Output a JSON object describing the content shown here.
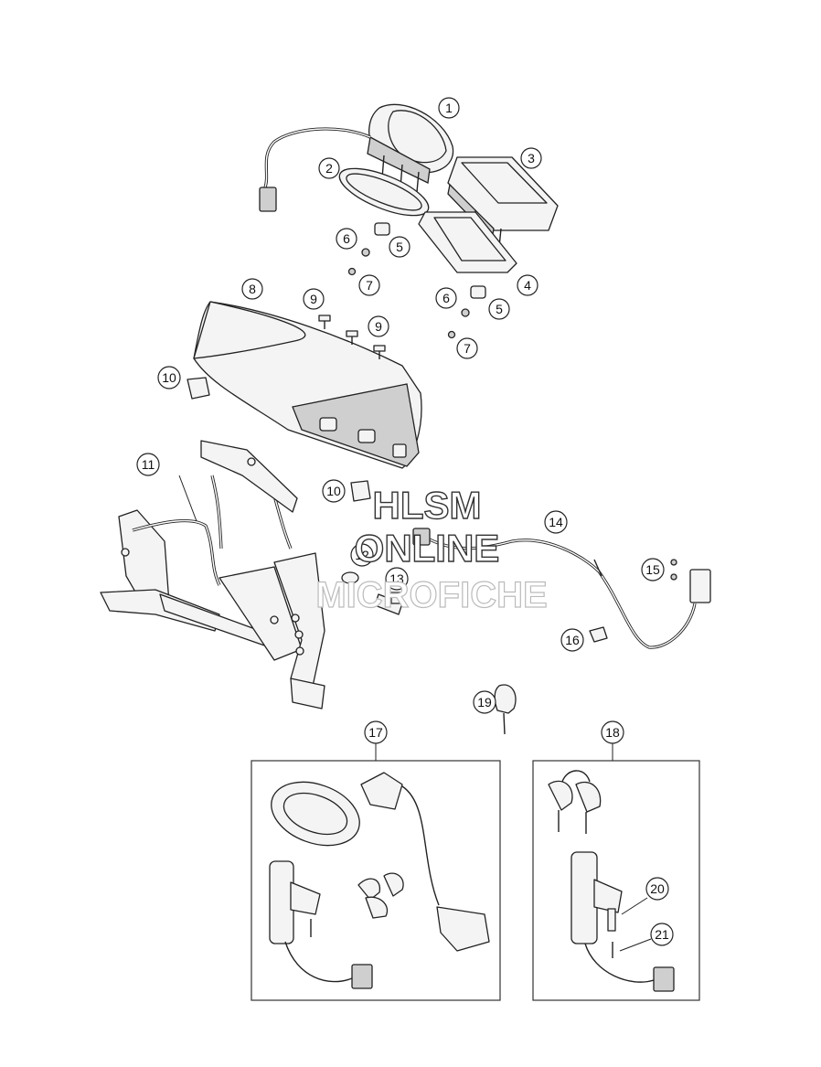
{
  "callouts": {
    "c1": "1",
    "c2": "2",
    "c3": "3",
    "c4": "4",
    "c5a": "5",
    "c5b": "5",
    "c6a": "6",
    "c6b": "6",
    "c7a": "7",
    "c7b": "7",
    "c8": "8",
    "c9a": "9",
    "c9b": "9",
    "c10a": "10",
    "c10b": "10",
    "c11": "11",
    "c12": "12",
    "c13": "13",
    "c14": "14",
    "c15": "15",
    "c16": "16",
    "c17": "17",
    "c18": "18",
    "c19": "19",
    "c20": "20",
    "c21": "21"
  },
  "watermark": {
    "line1": "HLSM",
    "line2": "ONLINE",
    "line3": "MICROFICHE"
  }
}
